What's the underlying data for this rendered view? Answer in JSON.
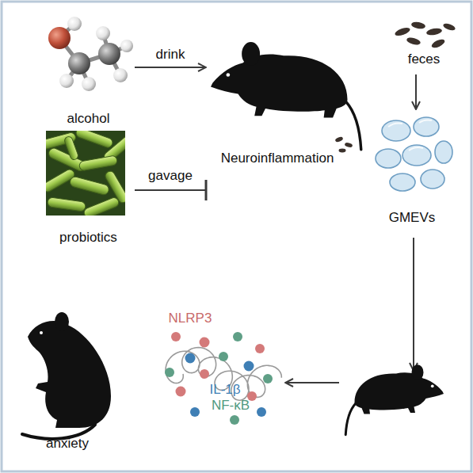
{
  "diagram": {
    "nodes": [
      {
        "text": [
          "alcohol"
        ]
      },
      {
        "text": [
          "Neuroinflammation"
        ]
      },
      {
        "text": [
          "feces"
        ]
      },
      {
        "text": [
          "probiotics"
        ]
      },
      {
        "text": [
          "GMEVs"
        ]
      },
      {
        "text": [
          "anxiety"
        ]
      },
      {
        "text": [
          "NLRP3",
          "IL-1β",
          "NF-κB"
        ]
      }
    ],
    "edges": [
      {
        "from": 0,
        "to": 1,
        "label": "drink",
        "arrow": "to"
      },
      {
        "from": 3,
        "to": 1,
        "label": "gavage",
        "arrow": "to"
      },
      {
        "from": 2,
        "to": 4,
        "arrow": "to"
      }
    ]
  }
}
